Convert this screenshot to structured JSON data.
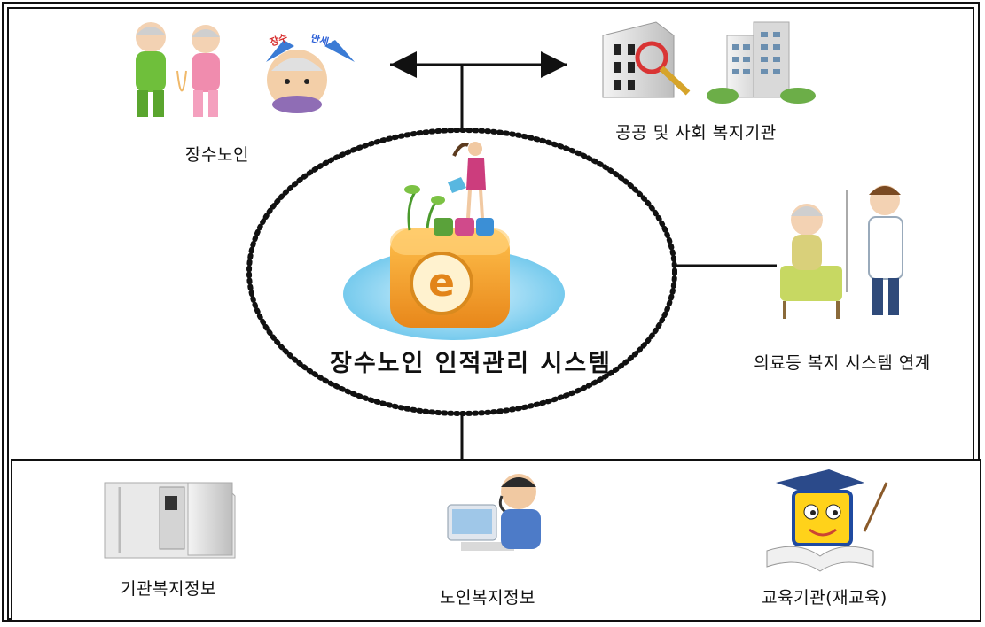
{
  "diagram": {
    "center_label": "장수노인 인적관리 시스템",
    "nodes": {
      "elderly": "장수노인",
      "public_welfare": "공공 및 사회 복지기관",
      "medical": "의료등 복지 시스템 연계",
      "institution_info": "기관복지정보",
      "elderly_info": "노인복지정보",
      "education": "교육기관(재교육)"
    },
    "badges": {
      "long_life": "장수",
      "hurrah": "만세",
      "e_letter": "e"
    }
  },
  "colors": {
    "line": "#111111",
    "orange_box": "#f5a623",
    "water_blue": "#7fd0f0"
  }
}
